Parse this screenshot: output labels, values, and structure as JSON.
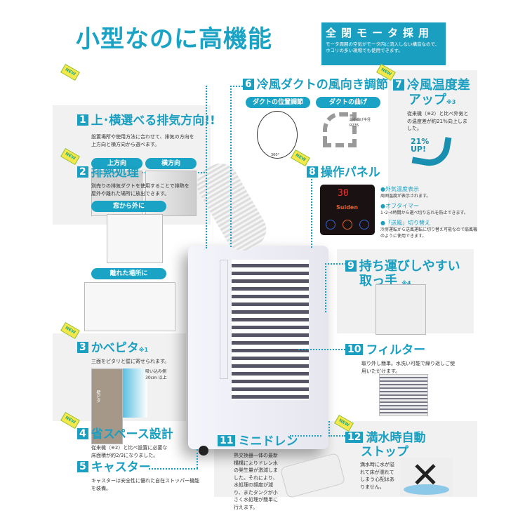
{
  "header": {
    "title": "小型なのに高機能",
    "badge_title": "全閉モータ採用",
    "badge_text": "モータ周囲の空気がモータ内に流入しない構造なので、ホコリの多い現場でも使用できます。"
  },
  "new_label": "NEW",
  "features": [
    {
      "num": "1",
      "title": "上･横選べる排気方向!!",
      "text": "設置場所や使用方法に合わせて、排気の方向を上方向と横方向から選べます。",
      "pills": [
        "上方向",
        "横方向"
      ]
    },
    {
      "num": "2",
      "title": "排熱処理",
      "text": "別売りの排気ダクトを使用することで排熱を屋外や離れた場所に放出できます。",
      "pills": [
        "窓から外に",
        "離れた場所に"
      ]
    },
    {
      "num": "3",
      "title": "かべピタ",
      "note": "※1",
      "text": "三面をピタリと壁に寄せられます。",
      "callout": "吸い込み側 30cm 以上",
      "label": "壁ピタ"
    },
    {
      "num": "4",
      "title": "省スペース設計",
      "text": "従来機（※2）と比べ設置に必要な床面積が約2/3になりました。"
    },
    {
      "num": "5",
      "title": "キャスター",
      "text": "キャスターは安全性に優れた自在ストッパー機能を装備。"
    },
    {
      "num": "6",
      "title": "冷風ダクトの風向き調節",
      "pills": [
        "ダクトの位置調節",
        "ダクトの曲げ"
      ],
      "angle": "360°",
      "bend": "最小曲げ半径 R235"
    },
    {
      "num": "7",
      "title": "冷風温度差",
      "title2": "アップ",
      "note": "※3",
      "text": "従来機（※2）と比べ外気との温度差が約21％向上しました。",
      "badge": "21% UP!"
    },
    {
      "num": "8",
      "title": "操作パネル",
      "panel_display": "30",
      "brand": "Suiden",
      "items": [
        {
          "h": "●外気温度表示",
          "t": "周囲温度が表示されます。"
        },
        {
          "h": "●オフタイマー",
          "t": "1･2･4時間から選べ切り忘れを防止できます。"
        },
        {
          "h": "●「送風」切り替え",
          "t": "冷房運転から送風運転に切り替え可能なので扇風機のように使用できます。"
        }
      ]
    },
    {
      "num": "9",
      "title": "持ち運びしやすい",
      "title2": "取っ手",
      "note": "※4"
    },
    {
      "num": "10",
      "title": "フィルター",
      "text": "取り外し簡単。水洗い可能で繰り返しご使用いただけます。"
    },
    {
      "num": "11",
      "title": "ミニドレン",
      "text": "熱交換器一体の最新構構によりドレン水の発生量が激減しました。それにより、水処理の頻度が減り、またタンクが小さく水処理が簡単に行えます。"
    },
    {
      "num": "12",
      "title": "満水時自動",
      "title2": "ストップ",
      "text": "満水時に水が溢れて床が濡れてしまう心配はありません。"
    }
  ],
  "colors": {
    "accent": "#1aa3c4",
    "panel_bg": "#f1f1f1"
  }
}
